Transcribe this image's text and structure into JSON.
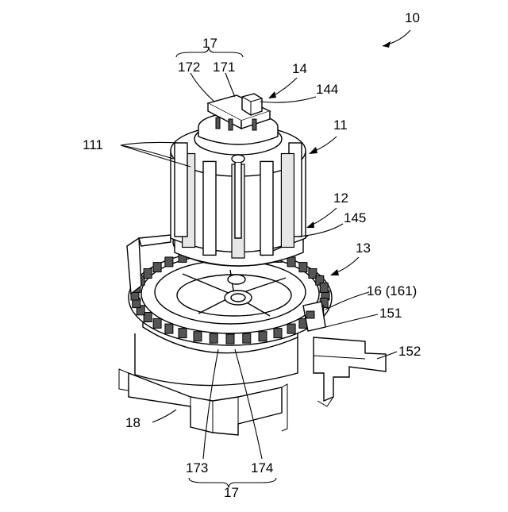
{
  "figure": {
    "labels": {
      "assembly": "10",
      "group_top": "17",
      "l172": "172",
      "l171": "171",
      "l14": "14",
      "l144": "144",
      "l11": "11",
      "l111": "111",
      "l12": "12",
      "l145": "145",
      "l13": "13",
      "l16": "16 (161)",
      "l151": "151",
      "l152": "152",
      "l18": "18",
      "l173": "173",
      "l174": "174",
      "group_bottom": "17"
    }
  }
}
